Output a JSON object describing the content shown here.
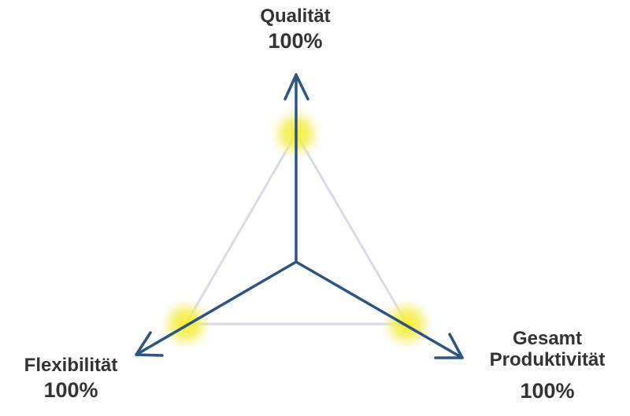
{
  "axes": [
    {
      "name": "Qualität",
      "value": "100%"
    },
    {
      "name": "Flexibilität",
      "value": "100%"
    },
    {
      "name": "Gesamt\nProduktivität",
      "value": "100%"
    }
  ],
  "colors": {
    "arrow": "#2d5581",
    "triangle": "#d7dbe8",
    "glow": "#f2e93a",
    "text": "#333333"
  }
}
